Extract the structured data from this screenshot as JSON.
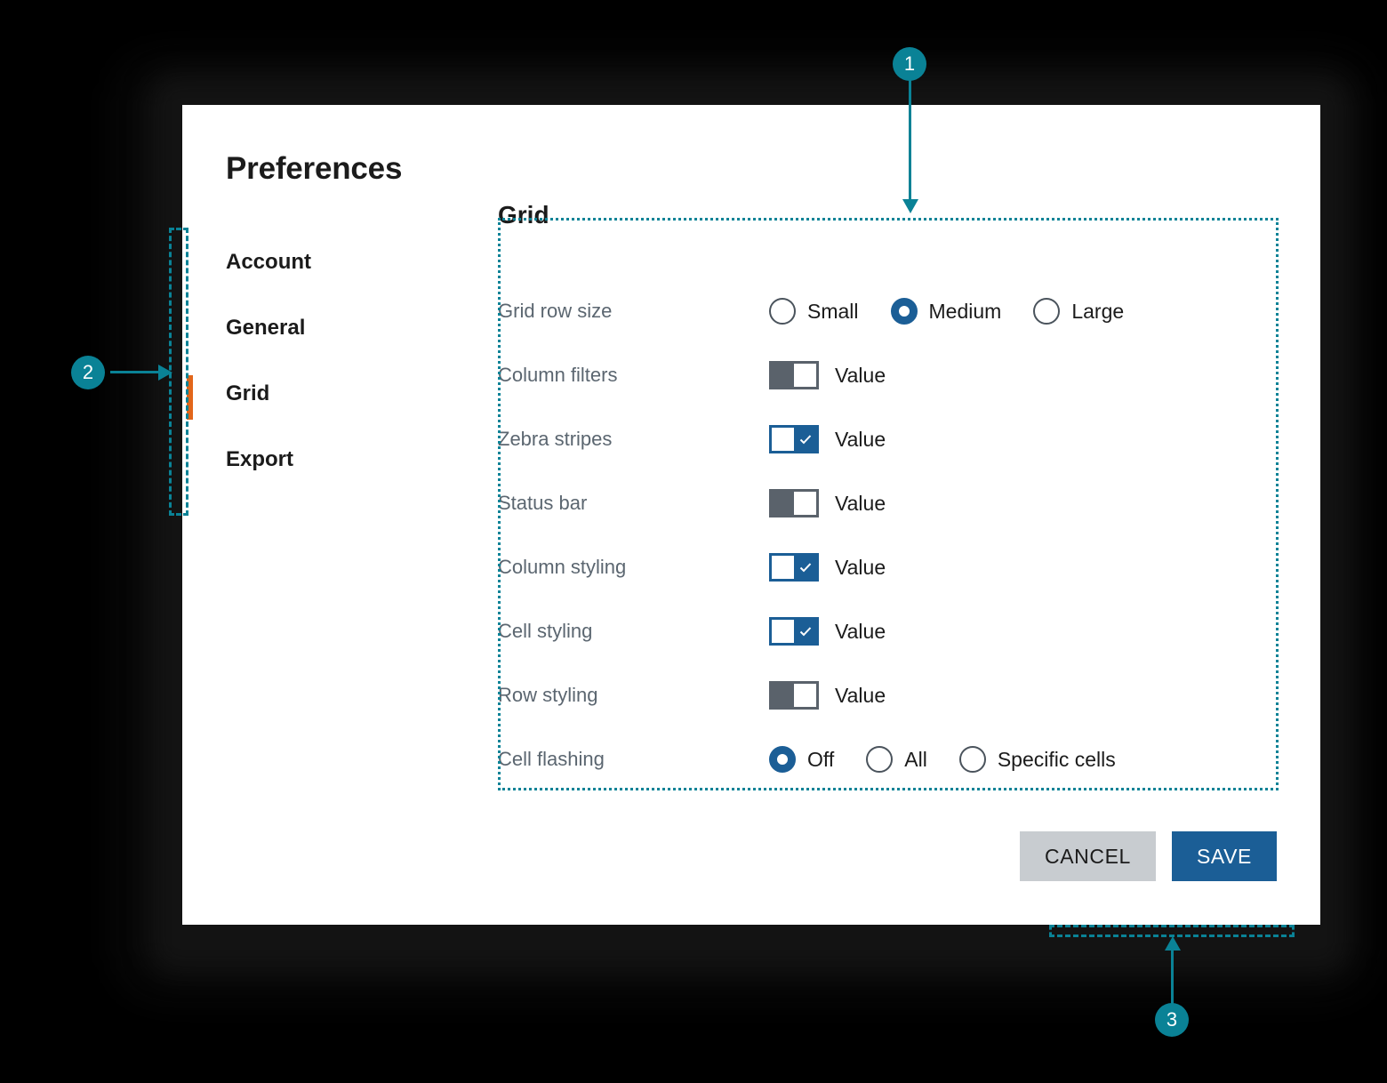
{
  "dialog": {
    "title": "Preferences",
    "section_title": "Grid"
  },
  "sidebar": {
    "items": [
      {
        "label": "Account",
        "active": false
      },
      {
        "label": "General",
        "active": false
      },
      {
        "label": "Grid",
        "active": true
      },
      {
        "label": "Export",
        "active": false
      }
    ]
  },
  "preferences": {
    "grid_row_size": {
      "label": "Grid row size",
      "type": "radio",
      "options": [
        {
          "label": "Small",
          "selected": false
        },
        {
          "label": "Medium",
          "selected": true
        },
        {
          "label": "Large",
          "selected": false
        }
      ]
    },
    "column_filters": {
      "label": "Column filters",
      "type": "toggle",
      "state": "off",
      "value_label": "Value"
    },
    "zebra_stripes": {
      "label": "Zebra stripes",
      "type": "toggle",
      "state": "on",
      "value_label": "Value"
    },
    "status_bar": {
      "label": "Status bar",
      "type": "toggle",
      "state": "off",
      "value_label": "Value"
    },
    "column_styling": {
      "label": "Column styling",
      "type": "toggle",
      "state": "on",
      "value_label": "Value"
    },
    "cell_styling": {
      "label": "Cell styling",
      "type": "toggle",
      "state": "on",
      "value_label": "Value"
    },
    "row_styling": {
      "label": "Row styling",
      "type": "toggle",
      "state": "off",
      "value_label": "Value"
    },
    "cell_flashing": {
      "label": "Cell flashing",
      "type": "radio",
      "options": [
        {
          "label": "Off",
          "selected": true
        },
        {
          "label": "All",
          "selected": false
        },
        {
          "label": "Specific cells",
          "selected": false
        }
      ]
    }
  },
  "footer": {
    "cancel_label": "CANCEL",
    "save_label": "SAVE"
  },
  "annotations": {
    "markers": [
      {
        "number": "1"
      },
      {
        "number": "2"
      },
      {
        "number": "3"
      }
    ]
  },
  "colors": {
    "accent_blue": "#1b5e96",
    "active_orange": "#e2661a",
    "annotation_teal": "#0a8296",
    "label_gray": "#5b6670",
    "toggle_off_gray": "#5a626b",
    "cancel_gray": "#c8ccd0"
  }
}
